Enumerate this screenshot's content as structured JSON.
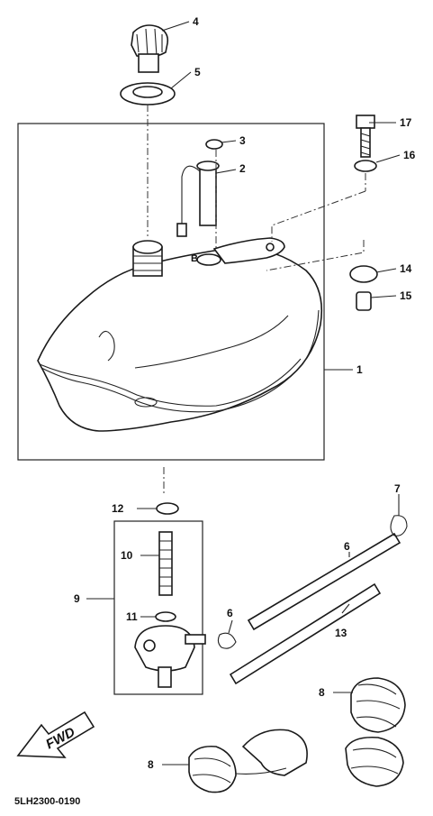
{
  "callouts": {
    "n1": "1",
    "n2": "2",
    "n3": "3",
    "n4": "4",
    "n5": "5",
    "n6a": "6",
    "n6b": "6",
    "n7": "7",
    "n8a": "8",
    "n8b": "8",
    "n9": "9",
    "n10": "10",
    "n11": "11",
    "n12": "12",
    "n13": "13",
    "n14": "14",
    "n15": "15",
    "n16": "16",
    "n17": "17"
  },
  "inline_mark": "B",
  "fwd_label": "FWD",
  "figure_code": "5LH2300-0190"
}
